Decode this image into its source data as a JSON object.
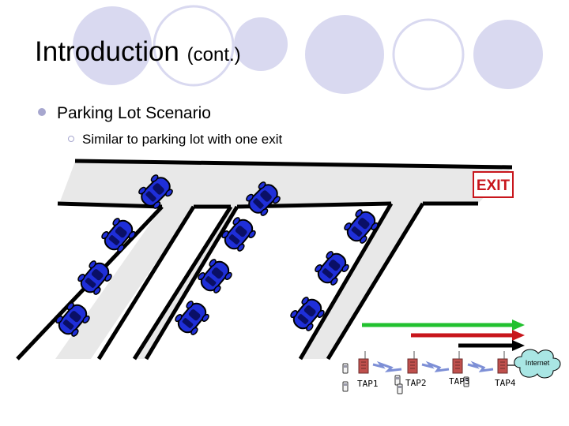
{
  "slide": {
    "title": "Introduction",
    "title_suffix": "(cont.)",
    "bullet": "Parking Lot Scenario",
    "sub_bullet": "Similar to parking lot with one exit"
  },
  "diagram": {
    "exit_sign": "EXIT",
    "internet_label": "Internet",
    "taps": [
      "TAP1",
      "TAP2",
      "TAP3",
      "TAP4"
    ],
    "arrow_colors": [
      "#22c12f",
      "#c8161c",
      "#000000"
    ],
    "car_color": "#1f2fd9",
    "lot_color": "#e8e8e8"
  }
}
